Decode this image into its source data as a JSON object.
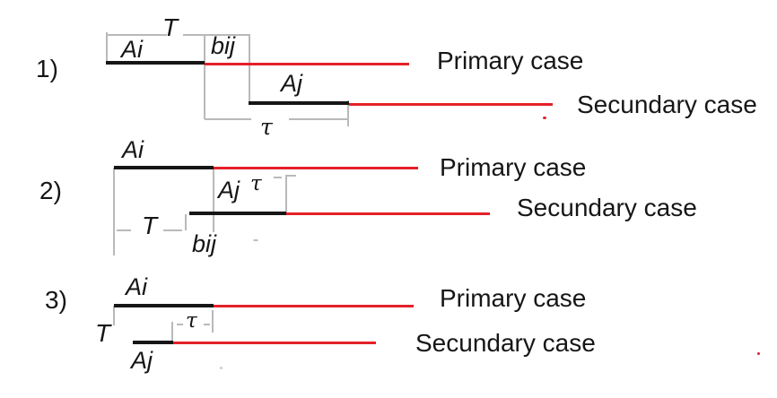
{
  "canvas": {
    "bg": "#ffffff",
    "red": "#e42128",
    "black": "#161616",
    "gray": "#b9b9b9"
  },
  "scenarios": [
    {
      "number_label": "1)",
      "primary_interval_label": "Ai",
      "secondary_interval_label": "Aj",
      "infection_window_label": "bij",
      "time_label": "T",
      "tau_label": "τ",
      "primary_case_label": "Primary case",
      "secondary_case_label": "Secundary case"
    },
    {
      "number_label": "2)",
      "primary_interval_label": "Ai",
      "secondary_interval_label": "Aj",
      "infection_window_label": "bij",
      "time_label": "T",
      "tau_label": "τ",
      "primary_case_label": "Primary case",
      "secondary_case_label": "Secundary case"
    },
    {
      "number_label": "3)",
      "primary_interval_label": "Ai",
      "secondary_interval_label": "Aj",
      "time_label": "T",
      "tau_label": "τ",
      "primary_case_label": "Primary case",
      "secondary_case_label": "Secundary case"
    }
  ]
}
